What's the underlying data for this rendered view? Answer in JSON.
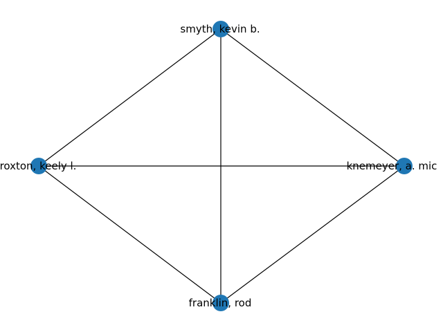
{
  "graph": {
    "node_color": "#1f77b4",
    "edge_color": "#000000",
    "nodes": [
      {
        "id": "smyth",
        "label": "smyth, kevin b."
      },
      {
        "id": "kemeyer",
        "label": "knemeyer, a. mic"
      },
      {
        "id": "franklin",
        "label": "franklin, rod"
      },
      {
        "id": "roxton",
        "label": "roxton, keely l."
      }
    ],
    "edges": [
      [
        "smyth",
        "roxton"
      ],
      [
        "smyth",
        "kemeyer"
      ],
      [
        "smyth",
        "franklin"
      ],
      [
        "roxton",
        "kemeyer"
      ],
      [
        "roxton",
        "franklin"
      ],
      [
        "kemeyer",
        "franklin"
      ]
    ]
  }
}
